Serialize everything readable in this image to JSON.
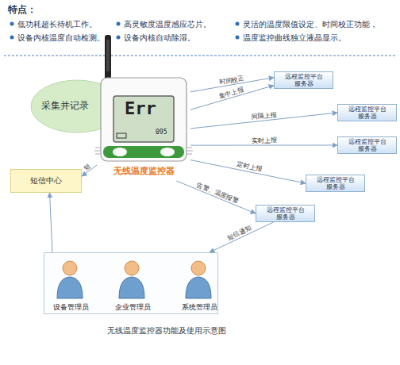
{
  "diagram": {
    "title": "特点：",
    "caption": "无线温度监控器功能及使用示意图",
    "nodes": [
      {
        "text": [
          "采集并记录"
        ]
      },
      {
        "text": [
          "无线温度监控器"
        ]
      },
      {
        "text": [
          "远程监控平台 服务器"
        ]
      },
      {
        "text": [
          "远程监控平台 服务器"
        ]
      },
      {
        "text": [
          "远程监控平台 服务器"
        ]
      },
      {
        "text": [
          "远程监控平台 服务器"
        ]
      },
      {
        "text": [
          "远程监控平台 服务器"
        ]
      },
      {
        "text": [
          "短信中心"
        ]
      },
      {
        "text": []
      },
      {
        "text": [
          "设备管理员"
        ],
        "in": 8
      },
      {
        "text": [
          "企业管理员"
        ],
        "in": 8
      },
      {
        "text": [
          "系统管理员"
        ],
        "in": 8
      }
    ],
    "edges": [
      {
        "from": 1,
        "to": 2,
        "label": "时间校正",
        "arrow": "to"
      },
      {
        "from": 1,
        "to": 2,
        "label": "集中上报",
        "arrow": "to"
      },
      {
        "from": 1,
        "to": 3,
        "label": "间隔上报",
        "arrow": "to"
      },
      {
        "from": 1,
        "to": 4,
        "label": "实时上报",
        "arrow": "to"
      },
      {
        "from": 1,
        "to": 5,
        "label": "定时上报",
        "arrow": "to"
      },
      {
        "from": 1,
        "to": 6,
        "label": "告警、温度报警",
        "arrow": "to"
      },
      {
        "from": 6,
        "to": 8,
        "label": "短信通知",
        "arrow": "to"
      },
      {
        "from": 1,
        "to": 7,
        "label": "短",
        "arrow": "to"
      },
      {
        "from": 8,
        "to": 7,
        "arrow": "to"
      }
    ],
    "labels": [
      "低功耗超长待机工作。",
      "高灵敏度温度感应芯片。",
      "灵活的温度限值设定、时间校正功能，",
      "设备内核温度自动检测。",
      "设备内核自动除湿。",
      "温度监控曲线独立液晶显示。",
      "Err",
      "095"
    ]
  }
}
